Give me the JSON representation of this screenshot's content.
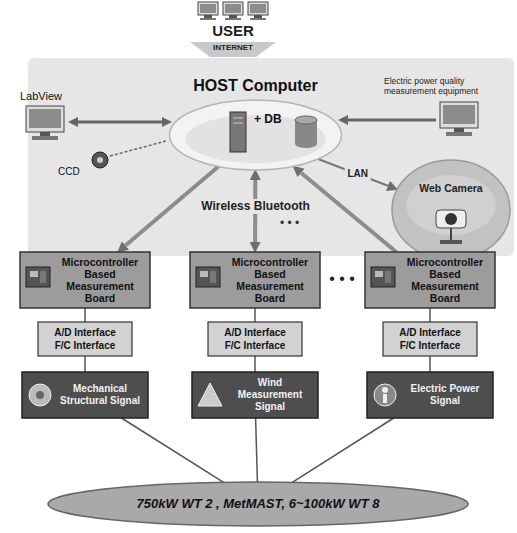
{
  "diagram": {
    "nodes": [
      {
        "text": [
          "HOST Computer",
          "+ DB"
        ]
      },
      {
        "text": [
          "Web Camera"
        ]
      },
      {
        "text": [
          "Microcontroller Based Measurement Board"
        ]
      },
      {
        "text": [
          "Microcontroller Based Measurement Board"
        ]
      },
      {
        "text": [
          "Microcontroller Based Measurement Board"
        ]
      },
      {
        "text": [
          "A/D Interface",
          "F/C Interface"
        ]
      },
      {
        "text": [
          "A/D Interface",
          "F/C Interface"
        ]
      },
      {
        "text": [
          "A/D Interface",
          "F/C Interface"
        ]
      },
      {
        "text": [
          "Mechanical Structural Signal"
        ]
      },
      {
        "text": [
          "Wind Measurement Signal"
        ]
      },
      {
        "text": [
          "Electric Power Signal"
        ]
      },
      {
        "text": [
          "750kW WT 2 , MetMAST, 6~100kW WT 8"
        ]
      }
    ],
    "edges": [
      {
        "from": 0,
        "to": 2,
        "arrow": "to"
      },
      {
        "from": 0,
        "to": 3,
        "arrow": "both"
      },
      {
        "from": 4,
        "to": 0,
        "arrow": "to"
      },
      {
        "from": 0,
        "to": 1,
        "label": "LAN",
        "arrow": "to"
      },
      {
        "from": 2,
        "to": 5,
        "arrow": "none"
      },
      {
        "from": 3,
        "to": 6,
        "arrow": "none"
      },
      {
        "from": 4,
        "to": 7,
        "arrow": "none"
      },
      {
        "from": 5,
        "to": 8,
        "arrow": "none"
      },
      {
        "from": 6,
        "to": 9,
        "arrow": "none"
      },
      {
        "from": 7,
        "to": 10,
        "arrow": "none"
      },
      {
        "from": 8,
        "to": 11,
        "arrow": "none"
      },
      {
        "from": 9,
        "to": 11,
        "arrow": "none"
      },
      {
        "from": 10,
        "to": 11,
        "arrow": "none"
      }
    ],
    "labels": [
      "USER",
      "INTERNET",
      "LabView",
      "CCD",
      "Electric power quality measurement equipment",
      "Wireless Bluetooth",
      "• • •",
      "• • •"
    ]
  }
}
